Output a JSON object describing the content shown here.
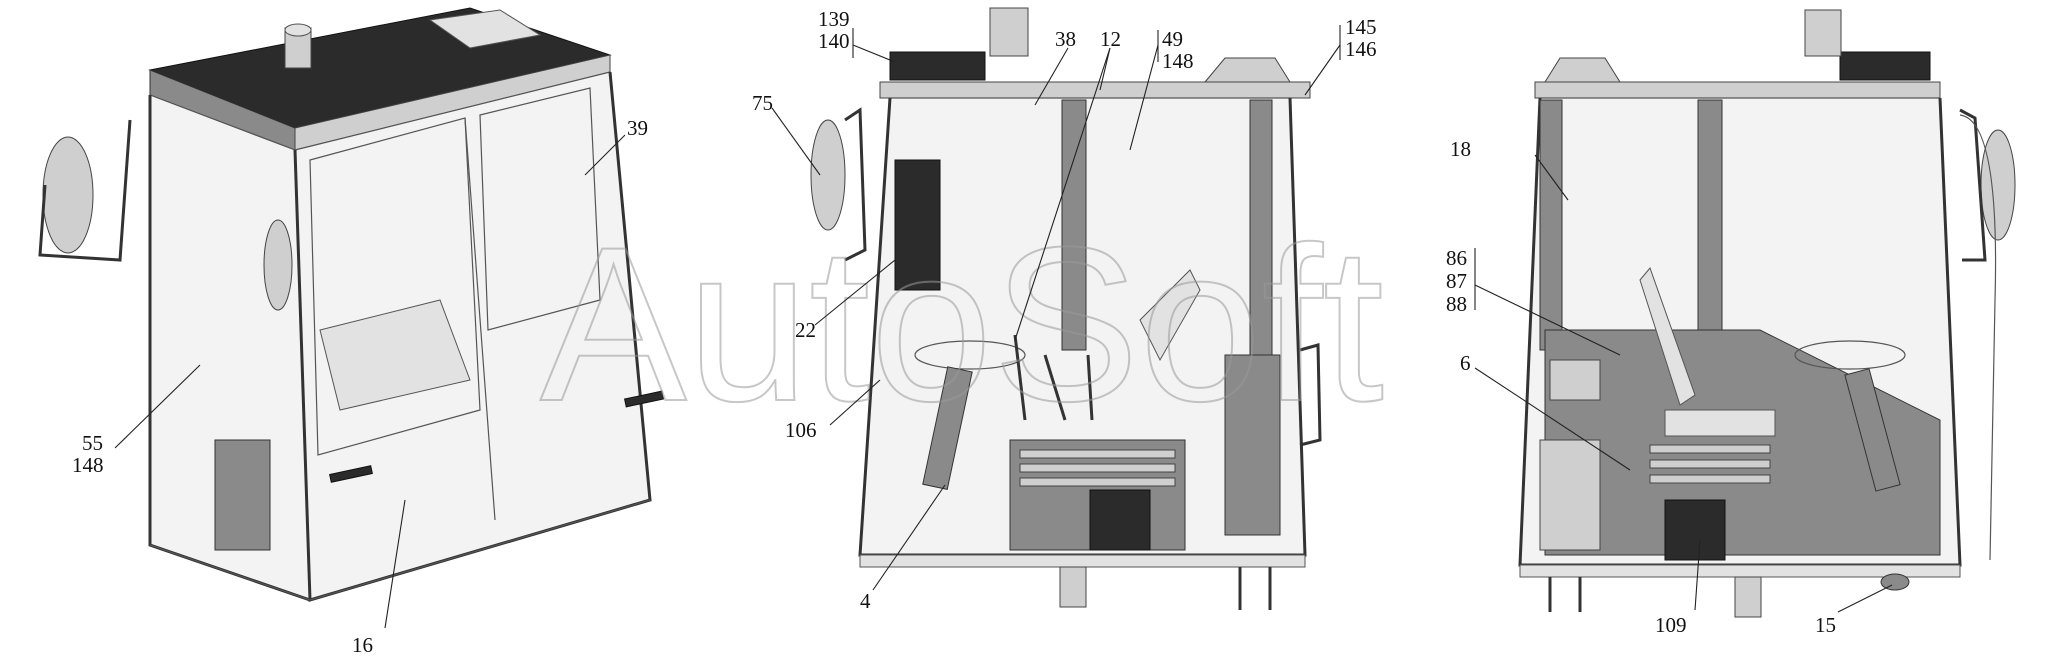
{
  "watermark": "AutoSoft",
  "callouts": {
    "c139": "139",
    "c140": "140",
    "c145": "145",
    "c146": "146",
    "c38": "38",
    "c12": "12",
    "c49": "49",
    "c148a": "148",
    "c75": "75",
    "c39": "39",
    "c18": "18",
    "c86": "86",
    "c87": "87",
    "c88": "88",
    "c22": "22",
    "c6": "6",
    "c55": "55",
    "c148b": "148",
    "c106": "106",
    "c4": "4",
    "c16": "16",
    "c109": "109",
    "c15": "15"
  }
}
